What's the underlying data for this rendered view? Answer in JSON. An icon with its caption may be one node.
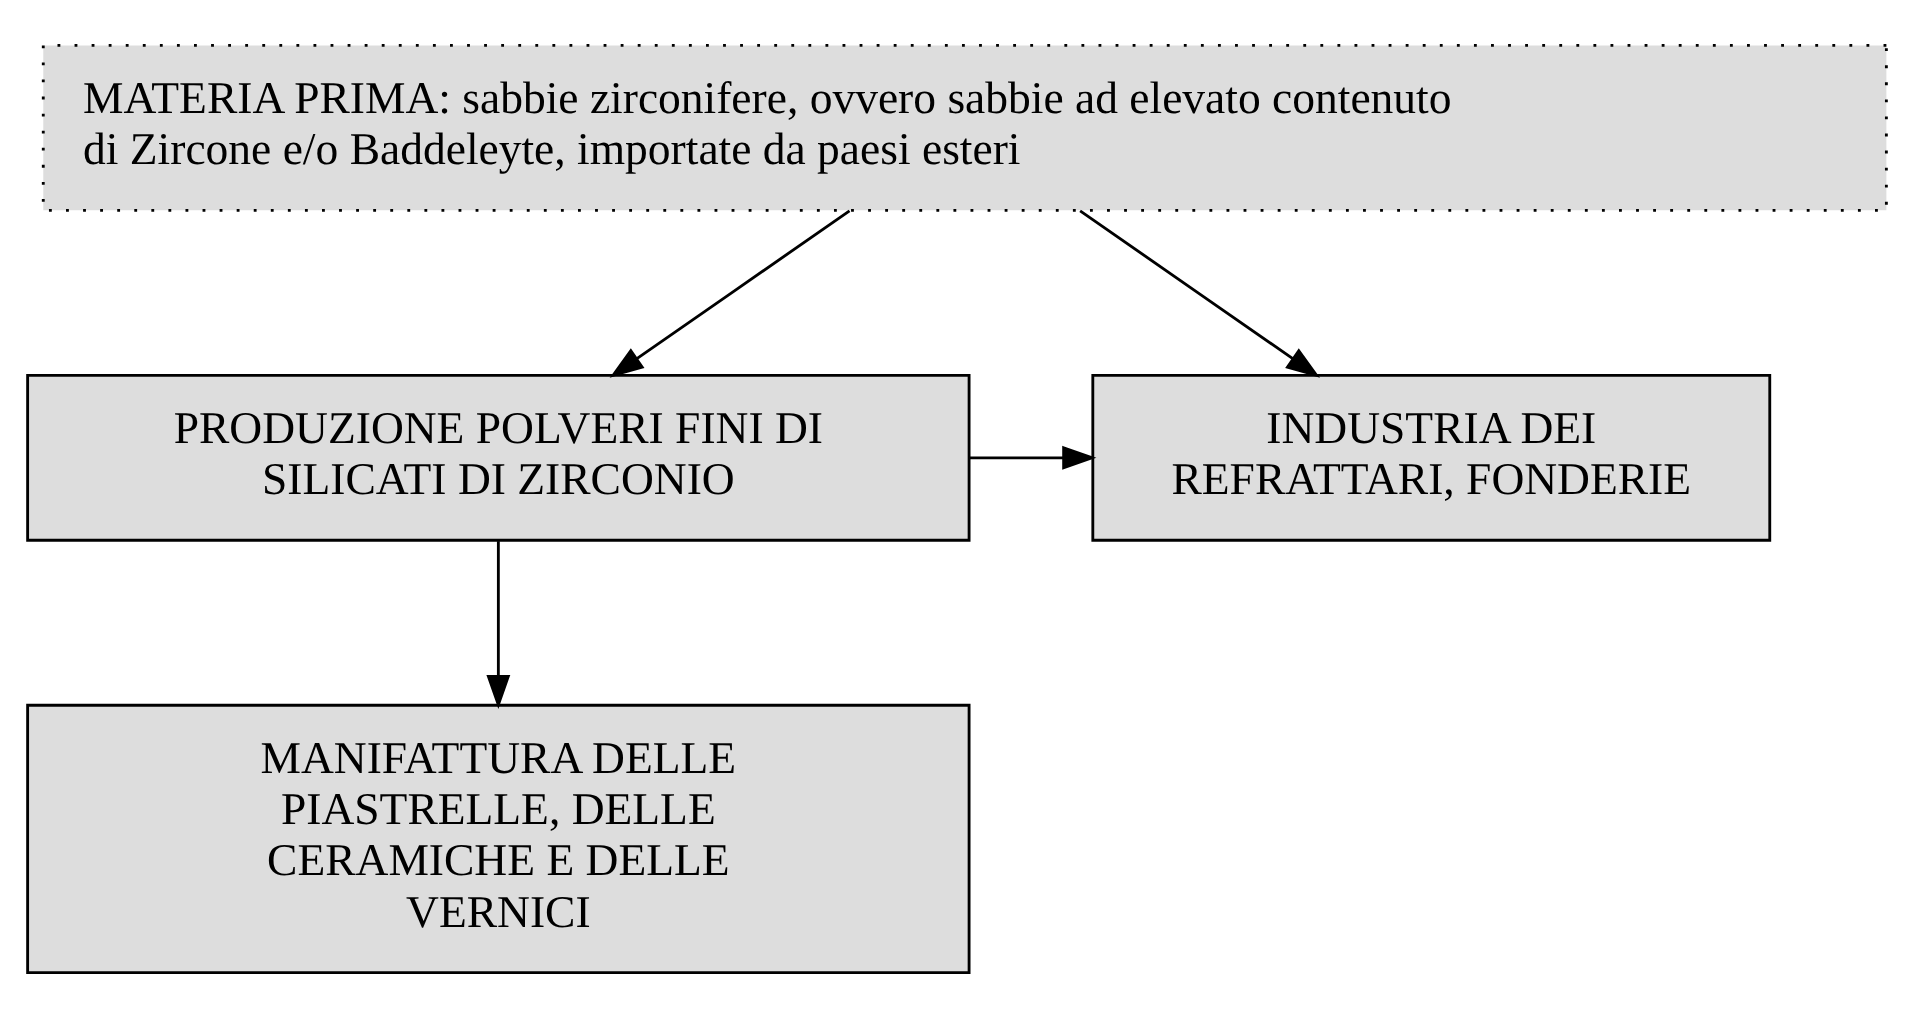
{
  "diagram": {
    "nodes": [
      {
        "text": [
          "MATERIA PRIMA: sabbie zirconifere, ovvero sabbie ad elevato contenuto di Zircone e/o Baddeleyte, importate da paesi esteri"
        ]
      },
      {
        "text": [
          "PRODUZIONE POLVERI FINI DI SILICATI DI ZIRCONIO"
        ]
      },
      {
        "text": [
          "INDUSTRIA DEI REFRATTARI, FONDERIE"
        ]
      },
      {
        "text": [
          "MANIFATTURA DELLE PIASTRELLE, DELLE CERAMICHE E DELLE VERNICI"
        ]
      }
    ],
    "edges": [
      {
        "from": 0,
        "to": 1,
        "arrow": "to"
      },
      {
        "from": 0,
        "to": 2,
        "arrow": "to"
      },
      {
        "from": 1,
        "to": 2,
        "arrow": "to"
      },
      {
        "from": 1,
        "to": 3,
        "arrow": "to"
      }
    ]
  }
}
